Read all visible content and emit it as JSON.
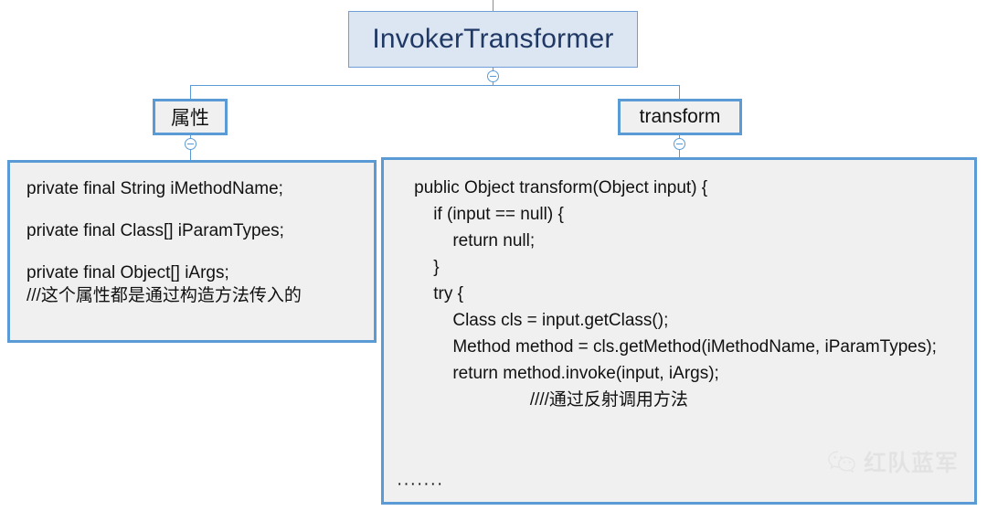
{
  "diagram": {
    "type": "mindmap",
    "root": {
      "label": "InvokerTransformer",
      "fill": "#dce6f2",
      "border": "#6f9fd8"
    },
    "branches": [
      {
        "id": "attributes",
        "label": "属性"
      },
      {
        "id": "transform",
        "label": "transform"
      }
    ],
    "accent_color": "#5b9bd5",
    "panel_fill": "#f0f0f0"
  },
  "attributes_panel": {
    "lines": [
      "private final String iMethodName;",
      "",
      "private final Class[] iParamTypes;",
      "",
      "private final Object[] iArgs;",
      "///这个属性都是通过构造方法传入的"
    ]
  },
  "code_panel": {
    "lines": [
      "    public Object transform(Object input) {",
      "        if (input == null) {",
      "            return null;",
      "        }",
      "        try {",
      "            Class cls = input.getClass();",
      "            Method method = cls.getMethod(iMethodName, iParamTypes);",
      "            return method.invoke(input, iArgs);",
      "                            ////通过反射调用方法"
    ],
    "ellipsis": "·······"
  },
  "collapse_buttons": [
    {
      "id": "root-collapse",
      "glyph": "minus-circle-icon"
    },
    {
      "id": "attributes-collapse",
      "glyph": "minus-circle-icon"
    },
    {
      "id": "transform-collapse",
      "glyph": "minus-circle-icon"
    }
  ],
  "watermark": {
    "label": "红队蓝军",
    "icon": "wechat-icon"
  }
}
